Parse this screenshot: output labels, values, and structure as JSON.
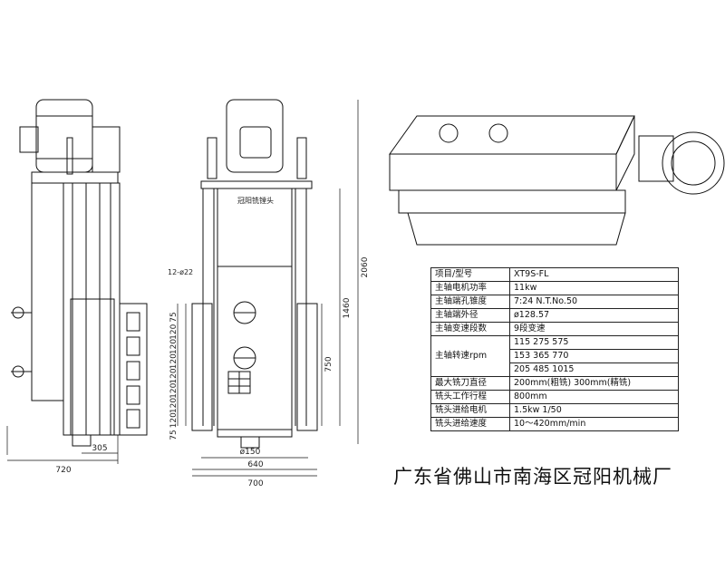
{
  "title_plate": "冠阳铣镗头",
  "dimensions": {
    "left_width": "720",
    "left_offset": "305",
    "center_width": "640",
    "overall_width": "700",
    "spindle_dia": "ø150",
    "bolt_spec": "12-ø22",
    "overall_height": "2060",
    "travel_height": "1460",
    "slide_height": "750",
    "pitch": [
      "75",
      "120",
      "120",
      "120",
      "120",
      "120",
      "120",
      "120",
      "75"
    ]
  },
  "spec_table": {
    "header_key": "项目/型号",
    "header_val": "XT9S-FL",
    "rows": [
      {
        "key": "主轴电机功率",
        "values": [
          "11kw"
        ]
      },
      {
        "key": "主轴端孔锥度",
        "values": [
          "7:24   N.T.No.50"
        ]
      },
      {
        "key": "主轴端外径",
        "values": [
          "ø128.57"
        ]
      },
      {
        "key": "主轴变速段数",
        "values": [
          "9段变速"
        ]
      },
      {
        "key": "主轴转速rpm",
        "values": [
          "115  275  575",
          "153  365  770",
          "205  485  1015"
        ]
      },
      {
        "key": "最大铣刀直径",
        "values": [
          "200mm(粗铣) 300mm(精铣)"
        ]
      },
      {
        "key": "铣头工作行程",
        "values": [
          "800mm"
        ]
      },
      {
        "key": "铣头进给电机",
        "values": [
          "1.5kw    1/50"
        ]
      },
      {
        "key": "铣头进给速度",
        "values": [
          "10～420mm/min"
        ]
      }
    ]
  },
  "company": "广东省佛山市南海区冠阳机械厂"
}
